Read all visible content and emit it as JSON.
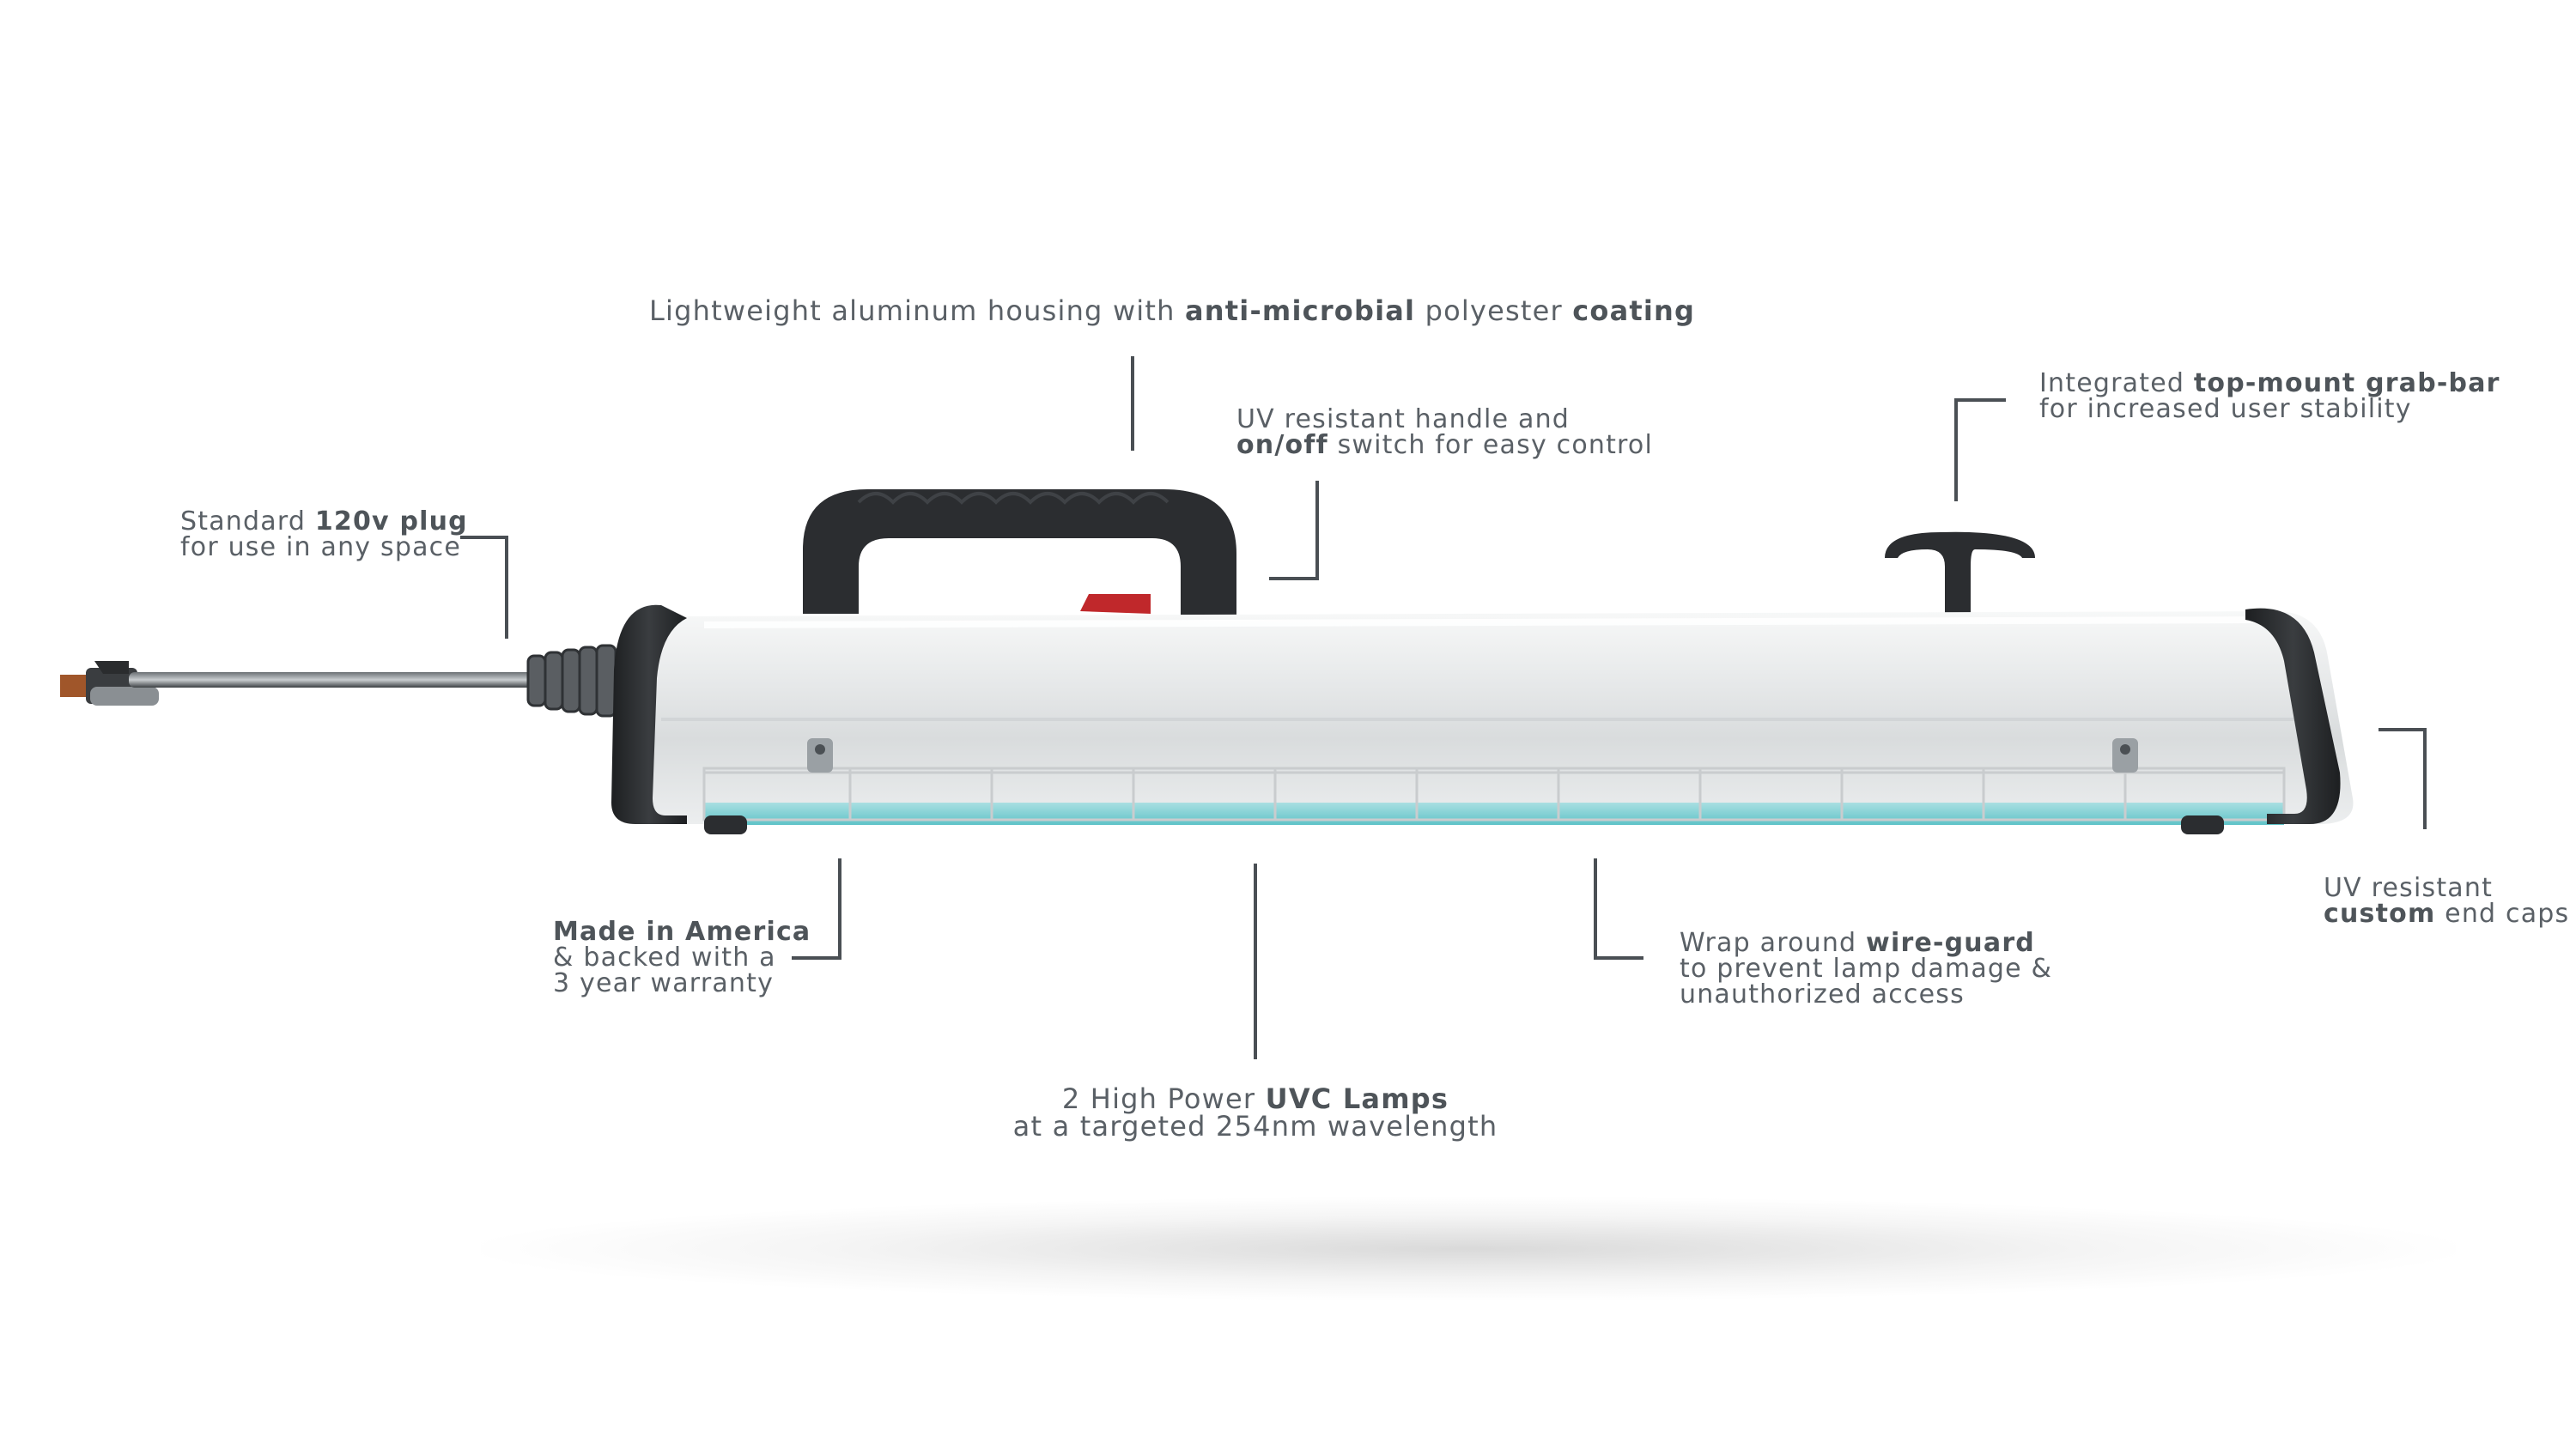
{
  "annotations": {
    "housing": {
      "pre": "Lightweight aluminum housing with ",
      "b1": "anti-microbial",
      "mid": " polyester ",
      "b2": "coating"
    },
    "handle": {
      "line1": "UV resistant handle and",
      "b": "on/off",
      "line2_rest": " switch for easy control"
    },
    "grab_bar": {
      "pre": "Integrated ",
      "b": "top-mount grab-bar",
      "line2": "for increased user stability"
    },
    "plug": {
      "pre": "Standard ",
      "b": "120v plug",
      "line2": "for use in any space"
    },
    "end_caps": {
      "line1": "UV resistant",
      "b": "custom",
      "line2_rest": " end caps"
    },
    "made_in": {
      "b": "Made in America",
      "line2": "& backed with a",
      "line3": "3 year warranty"
    },
    "lamps": {
      "pre": "2 High Power ",
      "b": "UVC Lamps",
      "line2": "at a targeted 254nm wavelength"
    },
    "wire_guard": {
      "pre": "Wrap around ",
      "b": "wire-guard",
      "line2": "to prevent lamp damage &",
      "line3": "unauthorized access"
    }
  },
  "colors": {
    "text": "#5a6066",
    "leader": "#4a4f54",
    "housing": "#eceeef",
    "end_cap": "#2b2d30",
    "switch": "#c0282b",
    "lamp_glow": "#5fc3c8"
  }
}
